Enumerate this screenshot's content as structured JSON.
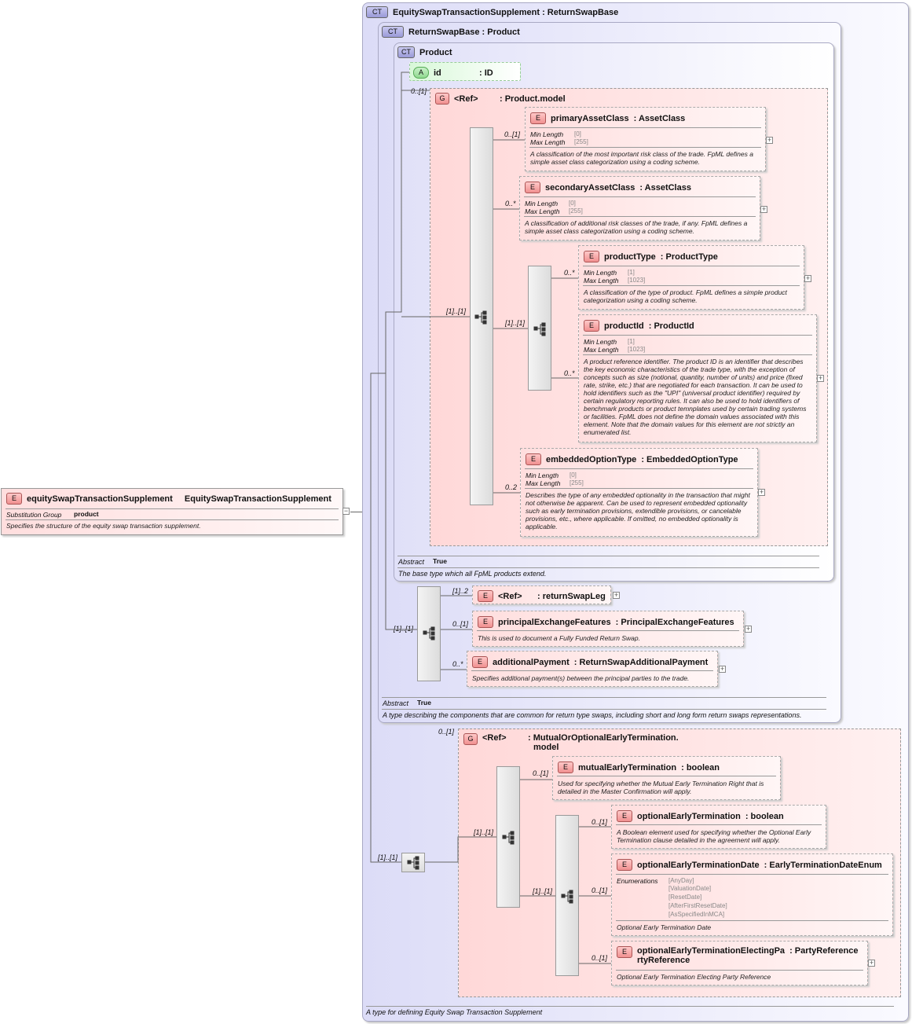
{
  "root_element": {
    "badge": "E",
    "name": "equitySwapTransactionSupplement",
    "type": "EquitySwapTransactionSupplement",
    "sub_key": "Substitution Group",
    "sub_val": "product",
    "doc": "Specifies the structure of the equity swap transaction supplement."
  },
  "ct_outer": {
    "badge": "CT",
    "title": "EquitySwapTransactionSupplement : ReturnSwapBase",
    "doc": "A type for defining Equity Swap Transaction Supplement"
  },
  "ct_mid": {
    "badge": "CT",
    "title": "ReturnSwapBase : Product",
    "abstract_key": "Abstract",
    "abstract_val": "True",
    "doc": "A type describing the components that are common for return type swaps, including short and long form return swaps representations."
  },
  "ct_inner": {
    "badge": "CT",
    "title": "Product",
    "abstract_key": "Abstract",
    "abstract_val": "True",
    "doc": "The base type which all FpML products extend."
  },
  "attr_id": {
    "badge": "A",
    "name": "id",
    "type": ": ID",
    "card": "0..[1]"
  },
  "group_product": {
    "badge": "G",
    "ref": "<Ref>",
    "name": ": Product.model",
    "card_seq": "[1]..[1]"
  },
  "primaryAssetClass": {
    "badge": "E",
    "name": "primaryAssetClass",
    "type": ": AssetClass",
    "card": "0..[1]",
    "k1": "Min Length",
    "v1": "[0]",
    "k2": "Max Length",
    "v2": "[255]",
    "doc": "A classification of the most important risk class of the trade. FpML defines a simple asset class categorization using a coding scheme."
  },
  "secondaryAssetClass": {
    "badge": "E",
    "name": "secondaryAssetClass",
    "type": ": AssetClass",
    "card": "0..*",
    "k1": "Min Length",
    "v1": "[0]",
    "k2": "Max Length",
    "v2": "[255]",
    "doc": "A classification of additional risk classes of the trade, if any. FpML defines a simple asset class categorization using a coding scheme."
  },
  "inner_choice_card": "[1]..[1]",
  "productType": {
    "badge": "E",
    "name": "productType",
    "type": ": ProductType",
    "card": "0..*",
    "k1": "Min Length",
    "v1": "[1]",
    "k2": "Max Length",
    "v2": "[1023]",
    "doc": "A classification of the type of product. FpML defines a simple product categorization using a coding scheme."
  },
  "productId": {
    "badge": "E",
    "name": "productId",
    "type": ": ProductId",
    "card": "0..*",
    "k1": "Min Length",
    "v1": "[1]",
    "k2": "Max Length",
    "v2": "[1023]",
    "doc": "A product reference identifier. The product ID is an identifier that describes the key economic characteristics of the trade type, with the exception of concepts such as size (notional, quantity, number of units) and price (fixed rate, strike, etc.) that are negotiated for each transaction. It can be used to hold identifiers such as the \"UPI\" (universal product identifier) required by certain regulatory reporting rules. It can also be used to hold identifiers of benchmark products or product temnplates used by certain trading systems or facilities. FpML does not define the domain values associated with this element. Note that the domain values for this element are not strictly an enumerated list."
  },
  "embeddedOptionType": {
    "badge": "E",
    "name": "embeddedOptionType",
    "type": ": EmbeddedOptionType",
    "card": "0..2",
    "k1": "Min Length",
    "v1": "[0]",
    "k2": "Max Length",
    "v2": "[255]",
    "doc": "Describes the type of any embedded optionality in the transaction that might not otherwise be apparent. Can be used to represent embedded optionality such as early termination provisions, extendible provisions, or cancelable provisions, etc., where applicable. If omitted, no embedded optionality is applicable."
  },
  "mid_seq_card": "[1]..[1]",
  "returnSwapLeg": {
    "badge": "E",
    "ref": "<Ref>",
    "name": ": returnSwapLeg",
    "card": "[1]..2"
  },
  "principalExchangeFeatures": {
    "badge": "E",
    "name": "principalExchangeFeatures",
    "type": ": PrincipalExchangeFeatures",
    "card": "0..[1]",
    "doc": "This is used to document a Fully Funded Return Swap."
  },
  "additionalPayment": {
    "badge": "E",
    "name": "additionalPayment",
    "type": ": ReturnSwapAdditionalPayment",
    "card": "0..*",
    "doc": "Specifies additional payment(s) between the principal parties to the trade."
  },
  "outer_seq_card": "[1]..[1]",
  "group_early": {
    "badge": "G",
    "ref": "<Ref>",
    "name1": ": MutualOrOptionalEarlyTermination.",
    "name2": "model",
    "card": "0..[1]",
    "seq_card": "[1]..[1]",
    "inner_card": "[1]..[1]"
  },
  "mutualEarlyTermination": {
    "badge": "E",
    "name": "mutualEarlyTermination",
    "type": ": boolean",
    "card": "0..[1]",
    "doc": "Used for specifying whether the Mutual Early Termination Right that is detailed in the Master Confirmation will apply."
  },
  "optionalEarlyTermination": {
    "badge": "E",
    "name": "optionalEarlyTermination",
    "type": ": boolean",
    "card": "0..[1]",
    "doc": "A Boolean element used for specifying whether the Optional Early Termination clause detailed in the agreement will apply."
  },
  "optionalEarlyTerminationDate": {
    "badge": "E",
    "name": "optionalEarlyTerminationDate",
    "type": ": EarlyTerminationDateEnum",
    "card": "0..[1]",
    "enum_key": "Enumerations",
    "enums": [
      "[AnyDay]",
      "[ValuationDate]",
      "[ResetDate]",
      "[AfterFirstResetDate]",
      "[AsSpecifiedInMCA]"
    ],
    "doc": "Optional Early Termination Date"
  },
  "optionalEarlyTerminationElectingParty": {
    "badge": "E",
    "name1": "optionalEarlyTerminationElectingPa",
    "name2": "rtyReference",
    "type": ": PartyReference",
    "card": "0..[1]",
    "doc": "Optional Early Termination Electing Party Reference"
  },
  "colors": {
    "ct_bg": "#dcdcf7",
    "elem_bg": "#ffdede",
    "group_bg": "#ffd8d8",
    "attr_bg": "#e0ffe0"
  }
}
